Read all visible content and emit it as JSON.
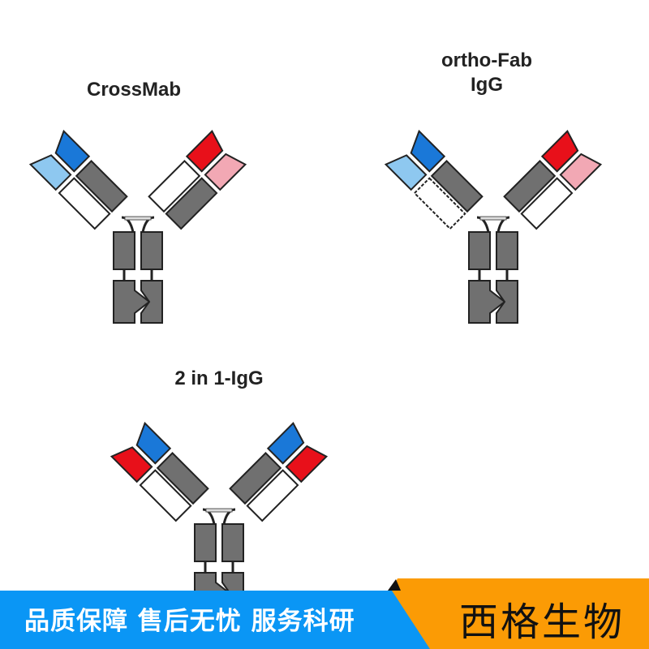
{
  "diagrams": [
    {
      "title": "CrossMab"
    },
    {
      "title_line1": "ortho-Fab",
      "title_line2": "IgG"
    },
    {
      "title": "2 in 1-IgG"
    }
  ],
  "colors": {
    "dark_blue": "#1a78d8",
    "light_blue": "#8ec8f0",
    "red": "#e8101a",
    "pink": "#f2a8b4",
    "grey": "#707070",
    "white_domain": "#ffffff",
    "banner_blue": "#0a96f5",
    "banner_orange": "#fb9b05"
  },
  "banner": {
    "slogan": "品质保障 售后无忧 服务科研",
    "brand": "西格生物"
  }
}
